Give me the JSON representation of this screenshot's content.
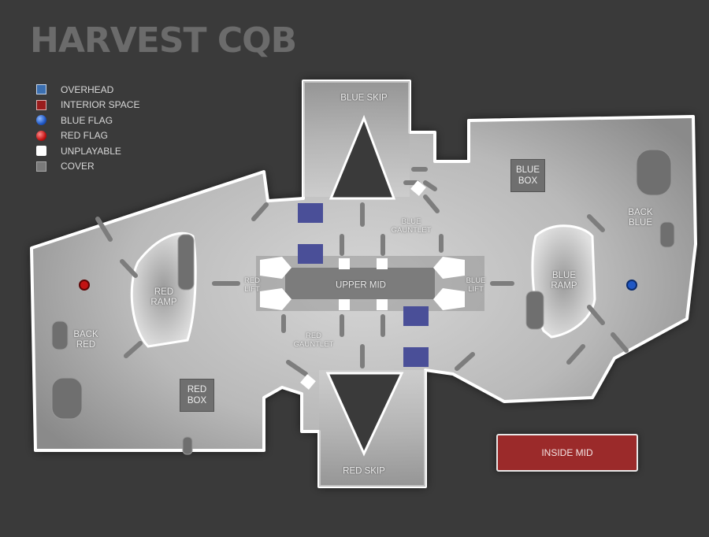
{
  "title": "HARVEST CQB",
  "legend": [
    {
      "label": "OVERHEAD",
      "icon": "overhead-swatch",
      "color": "#3b6fb0"
    },
    {
      "label": "INTERIOR SPACE",
      "icon": "interior-swatch",
      "color": "#9b1d1d"
    },
    {
      "label": "BLUE FLAG",
      "icon": "blue-flag-swatch",
      "color": "#1f57c4"
    },
    {
      "label": "RED FLAG",
      "icon": "red-flag-swatch",
      "color": "#c31313"
    },
    {
      "label": "UNPLAYABLE",
      "icon": "unplayable-swatch",
      "color": "#ffffff"
    },
    {
      "label": "COVER",
      "icon": "cover-swatch",
      "color": "#7a7a7a"
    }
  ],
  "regions": {
    "blue_skip": "BLUE SKIP",
    "red_skip": "RED SKIP",
    "blue_box": "BLUE BOX",
    "red_box": "RED BOX",
    "back_blue": "BACK BLUE",
    "back_red": "BACK RED",
    "blue_ramp": "BLUE RAMP",
    "red_ramp": "RED RAMP",
    "blue_gauntlet": "BLUE GAUNTLET",
    "red_gauntlet": "RED GAUNTLET",
    "upper_mid": "UPPER MID",
    "red_lift": "RED LIFT",
    "blue_lift": "BLUE LIFT",
    "inside_mid": "INSIDE MID"
  },
  "colors": {
    "background": "#3a3a3a",
    "floor": "#c9c9c9",
    "outline": "#ffffff",
    "overhead": "#4a4f98",
    "cover": "#6f6f6f",
    "interior": "#9b2a2a"
  }
}
